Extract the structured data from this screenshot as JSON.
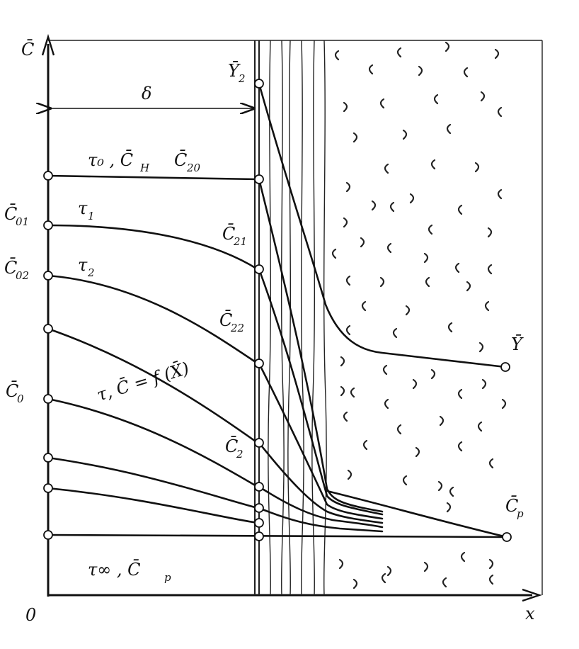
{
  "labels": {
    "y_axis": "C̄",
    "origin": "0",
    "x_axis": "x",
    "delta": "δ",
    "tau0": "τ₀ , C̄",
    "tau0_sub": "H",
    "c20": "C̄",
    "c20_sub": "20",
    "tau1": "τ",
    "tau1_sub": "1",
    "tau2": "τ",
    "tau2_sub": "2",
    "c01": "C̄",
    "c01_sub": "01",
    "c02": "C̄",
    "c02_sub": "02",
    "c0": "C̄",
    "c0_sub": "0",
    "c21": "C̄",
    "c21_sub": "21",
    "c22": "C̄",
    "c22_sub": "22",
    "c2": "C̄",
    "c2_sub": "2",
    "func": "τ, C̄ = f (X̄)",
    "y2": "Ȳ",
    "y2_sub": "2",
    "y": "Ȳ",
    "cp": "C̄",
    "cp_sub": "p",
    "tau_inf": "τ∞ ,  C̄",
    "tau_inf_sub": "p"
  }
}
